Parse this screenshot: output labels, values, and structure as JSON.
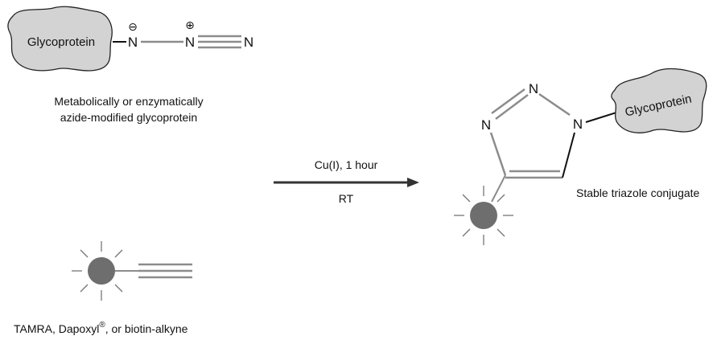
{
  "azide": {
    "blob_label": "Glycoprotein",
    "atoms": [
      "N",
      "N",
      "N"
    ],
    "charge_minus": "⊖",
    "charge_plus": "⊕",
    "caption_line1": "Metabolically or enzymatically",
    "caption_line2": "azide-modified glycoprotein"
  },
  "alkyne": {
    "caption_main": "TAMRA, Dapoxyl",
    "caption_sup": "®",
    "caption_rest": ", or biotin-alkyne"
  },
  "reaction": {
    "condition_top": "Cu(I), 1 hour",
    "condition_bottom": "RT"
  },
  "product": {
    "blob_label": "Glycoprotein",
    "ring_atoms": [
      "N",
      "N",
      "N"
    ],
    "caption": "Stable triazole conjugate"
  },
  "colors": {
    "blob_fill": "#d3d3d3",
    "bond_gray": "#8c8c8c",
    "dye_fill": "#6e6e6e",
    "ink": "#111111"
  }
}
